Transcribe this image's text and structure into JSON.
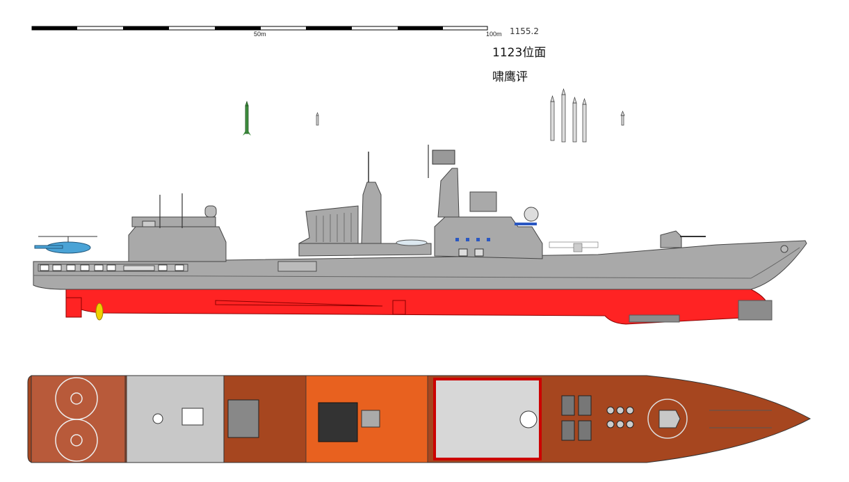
{
  "scale_bar": {
    "mid_label": "50m",
    "end_label": "100m"
  },
  "meta": {
    "code": "1155.2",
    "title": "1123位面",
    "author": "啸鹰评"
  },
  "colors": {
    "hull_gray": "#a9a9a9",
    "hull_red": "#ff2323",
    "deck": "#a6461f",
    "deck_light": "#c8c8c8",
    "helipad": "#b85a3a"
  },
  "icons": [
    "helicopter-icon",
    "propeller-icon",
    "missile-icon",
    "radar-icon",
    "gun-turret-icon"
  ]
}
